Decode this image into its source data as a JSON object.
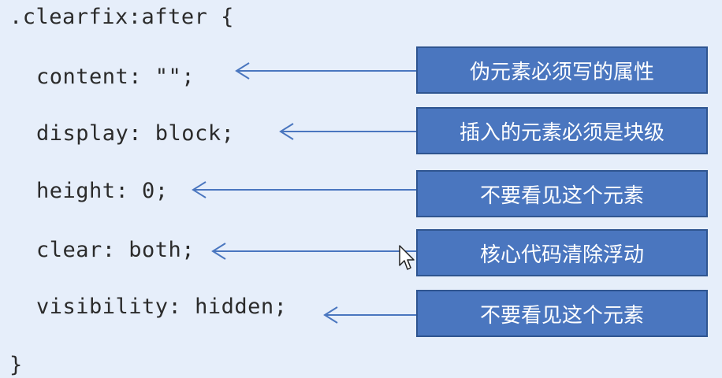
{
  "code": {
    "selector_line": ".clearfix:after {",
    "lines": [
      "content: \"\";",
      "display: block;",
      "height: 0;",
      "clear: both;",
      "visibility: hidden;"
    ],
    "closing": "}"
  },
  "annotations": [
    "伪元素必须写的属性",
    "插入的元素必须是块级",
    "不要看见这个元素",
    "核心代码清除浮动",
    "不要看见这个元素"
  ],
  "colors": {
    "background": "#e6eefa",
    "box_fill": "#4a76bf",
    "box_border": "#2f5590",
    "arrow": "#4a76bf",
    "code_text": "#2b2b2b"
  },
  "icons": {
    "cursor": "mouse-pointer-icon"
  }
}
